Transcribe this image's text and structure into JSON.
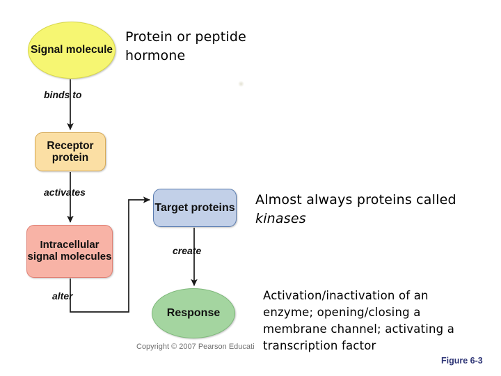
{
  "figure": {
    "caption": "Figure 6-3",
    "copyright": "Copyright © 2007 Pearson Educati"
  },
  "nodes": {
    "signal_molecule": "Signal molecule",
    "receptor_protein": "Receptor protein",
    "intracellular_signal_molecules": "Intracellular signal molecules",
    "target_proteins": "Target proteins",
    "response": "Response"
  },
  "edge_labels": {
    "binds_to": "binds to",
    "activates": "activates",
    "alter": "alter",
    "create": "create"
  },
  "annotations": {
    "hormone": "Protein or peptide hormone",
    "kinases_prefix": "Almost always proteins called ",
    "kinases_emphasis": "kinases",
    "response_examples": "Activation/inactivation of an enzyme; opening/closing a membrane channel; activating a transcription factor"
  },
  "colors": {
    "signal_molecule_fill": "#f6f672",
    "signal_molecule_stroke": "#d8d84a",
    "receptor_protein_fill": "#fbdfa4",
    "receptor_protein_stroke": "#d8ab57",
    "intracellular_fill": "#f8b3a6",
    "intracellular_stroke": "#e07f73",
    "target_proteins_fill": "#c2d0e8",
    "target_proteins_stroke": "#5a7cb0",
    "response_fill": "#a4d5a0",
    "response_stroke": "#7cb878",
    "connector": "#1a1a1a",
    "caption": "#2e3576",
    "copyright": "#6f6f6f",
    "annotation": "#000000"
  }
}
